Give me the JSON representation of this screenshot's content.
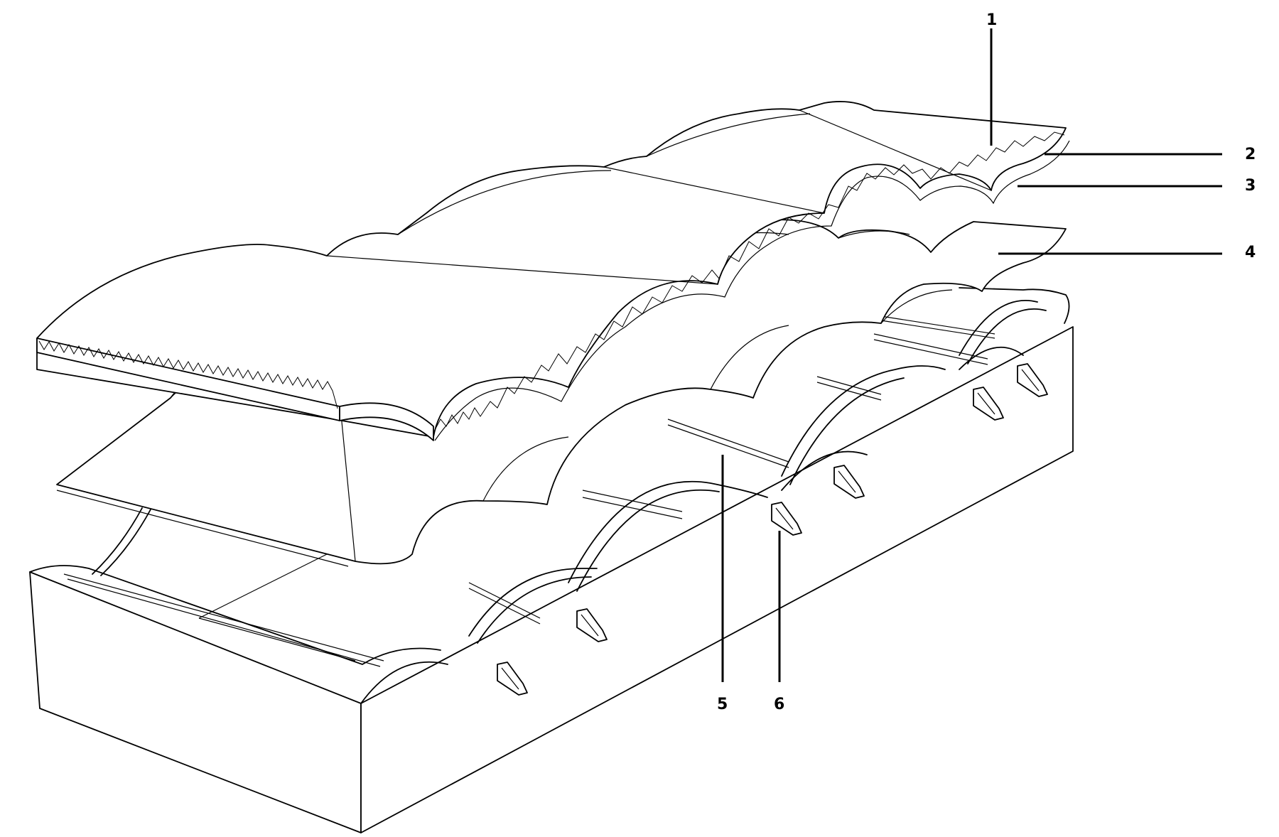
{
  "diagram": {
    "type": "exploded-isometric-roof-assembly",
    "callouts": [
      {
        "id": "1",
        "label": "1"
      },
      {
        "id": "2",
        "label": "2"
      },
      {
        "id": "3",
        "label": "3"
      },
      {
        "id": "4",
        "label": "4"
      },
      {
        "id": "5",
        "label": "5"
      },
      {
        "id": "6",
        "label": "6"
      }
    ],
    "colors": {
      "line": "#000000",
      "background": "#ffffff"
    }
  }
}
